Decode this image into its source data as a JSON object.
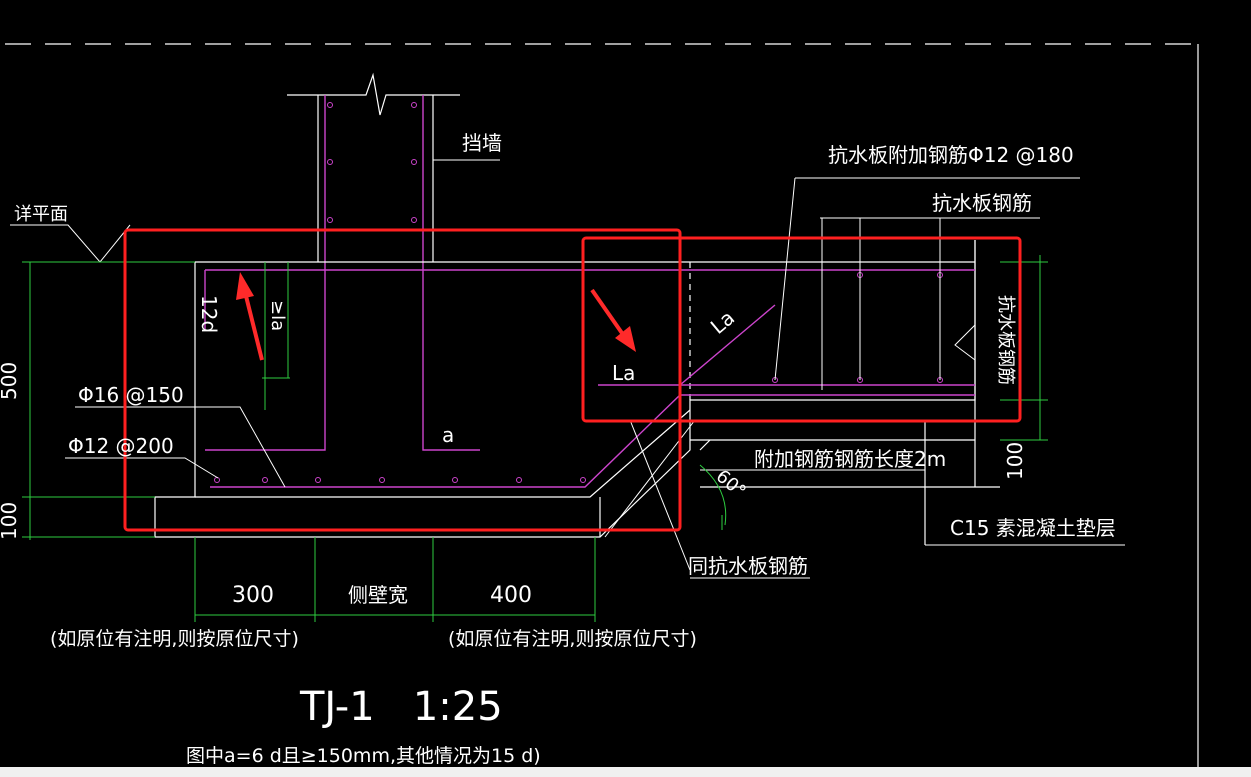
{
  "drawing": {
    "labels": {
      "retaining_wall": "挡墙",
      "see_plan": "详平面",
      "anti_water_extra": "抗水板附加钢筋Φ12 @180",
      "anti_water_rebar": "抗水板钢筋",
      "rebar_1": "Φ16 @150",
      "rebar_2": "Φ12 @200",
      "dim_500": "500",
      "dim_100_left": "100",
      "dim_12d": "12d",
      "dim_la_vertical": "≥la",
      "la_diag": "La",
      "la_box": "La",
      "a_mark": "a",
      "extra_length": "附加钢筋钢筋长度2m",
      "angle": "60°",
      "dim_100_right": "100",
      "cushion": "C15 素混凝土垫层",
      "same_anti_water": "同抗水板钢筋",
      "right_vertical": "抗水板钢筋",
      "dim_300": "300",
      "side_wall": "侧壁宽",
      "dim_400": "400",
      "note_left": "(如原位有注明,则按原位尺寸)",
      "note_right": "(如原位有注明,则按原位尺寸)",
      "title": "TJ-1   1:25",
      "footnote": "图中a=6 d且≥150mm,其他情况为15 d)"
    },
    "colors": {
      "background": "#000000",
      "line": "#ffffff",
      "rebar": "#cc44cc",
      "dimension": "#2ecc40",
      "highlight": "#ff2020",
      "arrow": "#ff2a2a"
    }
  }
}
